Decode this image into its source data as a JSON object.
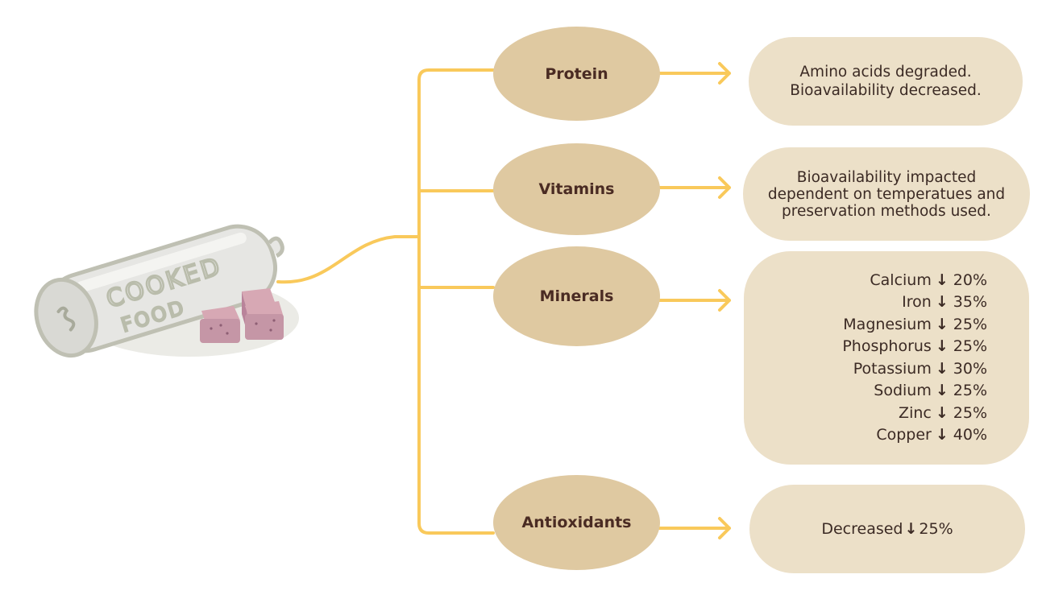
{
  "colors": {
    "connector": "#f9c95b",
    "category_fill": "#dfc9a1",
    "description_fill": "#ece0c8",
    "text_dark": "#4a2b23"
  },
  "illustration": {
    "label_line1": "COOKED",
    "label_line2": "FOOD"
  },
  "categories": [
    {
      "name": "Protein",
      "description": [
        "Amino acids degraded.",
        "Bioavailability decreased."
      ]
    },
    {
      "name": "Vitamins",
      "description": [
        "Bioavailability impacted",
        "dependent on temperatues and",
        "preservation methods used."
      ]
    },
    {
      "name": "Minerals"
    },
    {
      "name": "Antioxidants"
    }
  ],
  "minerals": [
    {
      "name": "Calcium",
      "value": "20%"
    },
    {
      "name": "Iron",
      "value": "35%"
    },
    {
      "name": "Magnesium",
      "value": "25%"
    },
    {
      "name": "Phosphorus",
      "value": "25%"
    },
    {
      "name": "Potassium",
      "value": "30%"
    },
    {
      "name": "Sodium",
      "value": "25%"
    },
    {
      "name": "Zinc",
      "value": "25%"
    },
    {
      "name": "Copper",
      "value": "40%"
    }
  ],
  "antioxidants": {
    "label": "Decreased",
    "value": "25%"
  },
  "arrow_symbol": "↓"
}
